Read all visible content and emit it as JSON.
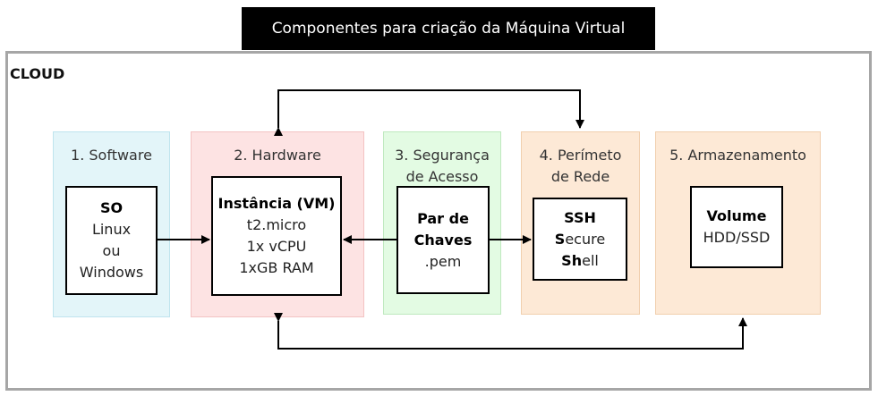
{
  "header": {
    "title": "Componentes para criação da Máquina Virtual"
  },
  "cloud": {
    "label": "CLOUD"
  },
  "panels": [
    {
      "title_lines": [
        "1. Software"
      ],
      "box": {
        "bold": "SO",
        "lines": [
          "Linux",
          "ou",
          "Windows"
        ]
      }
    },
    {
      "title_lines": [
        "2. Hardware"
      ],
      "box": {
        "bold": "Instância (VM)",
        "lines": [
          "t2.micro",
          "1x vCPU",
          "1xGB RAM"
        ]
      }
    },
    {
      "title_lines": [
        "3. Segurança",
        "de Acesso"
      ],
      "box": {
        "bold_lines": [
          "Par de",
          "Chaves"
        ],
        "lines": [
          ".pem"
        ]
      }
    },
    {
      "title_lines": [
        "4. Perímeto",
        "de Rede"
      ],
      "box": {
        "bold": "SSH",
        "words": [
          {
            "first": "S",
            "rest": "ecure"
          },
          {
            "first": "Sh",
            "rest": "ell"
          }
        ]
      }
    },
    {
      "title_lines": [
        "5. Armazenamento"
      ],
      "box": {
        "bold": "Volume",
        "lines": [
          "HDD/SSD"
        ]
      }
    }
  ]
}
